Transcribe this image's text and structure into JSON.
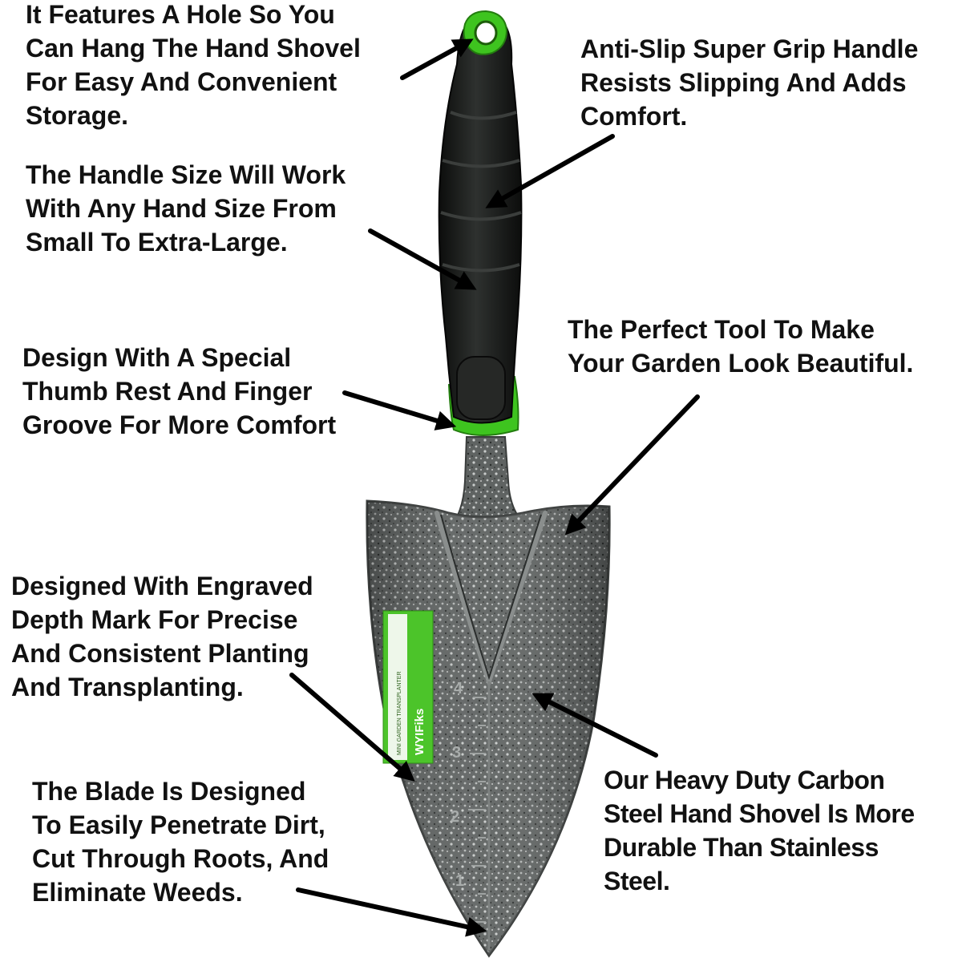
{
  "callouts": {
    "hole": "It Features A Hole So You\nCan Hang The Hand Shovel\nFor Easy And Convenient\nStorage.",
    "grip": "Anti-Slip Super Grip Handle\nResists Slipping And Adds\nComfort.",
    "size": "The Handle Size Will Work\nWith Any Hand Size From\nSmall To Extra-Large.",
    "tool": "The Perfect Tool To Make\nYour Garden Look Beautiful.",
    "thumb": "Design With A Special\nThumb Rest And Finger\nGroove For More Comfort",
    "depth": "Designed With Engraved\nDepth Mark For Precise\nAnd Consistent Planting\nAnd Transplanting.",
    "blade": "The Blade Is Designed\nTo Easily Penetrate Dirt,\nCut Through Roots, And\nEliminate Weeds.",
    "steel": "Our Heavy Duty Carbon\nSteel Hand Shovel Is More\nDurable Than Stainless\nSteel."
  },
  "product": {
    "brand": "WYIFiks",
    "label_line": "MINI GARDEN TRANSPLANTER",
    "depth_marks": [
      "4",
      "3",
      "2",
      "1"
    ]
  },
  "colors": {
    "text": "#111111",
    "handle": "#1b1d1b",
    "accent_green": "#3ec41f",
    "blade": "#6b6f6e",
    "arrow": "#000000"
  },
  "icons": {
    "arrow": "arrow-icon",
    "hang_hole": "hang-hole-icon"
  }
}
